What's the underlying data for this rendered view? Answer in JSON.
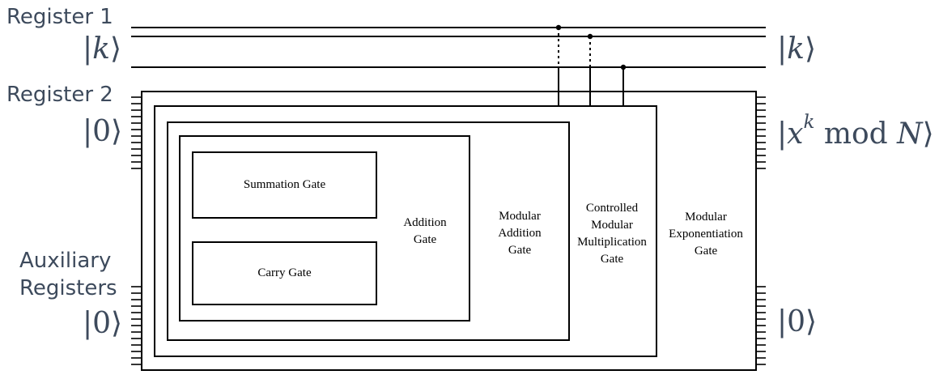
{
  "labels": {
    "register1": "Register 1",
    "register2": "Register 2",
    "aux_line1": "Auxiliary",
    "aux_line2": "Registers"
  },
  "kets": {
    "k_in": "k",
    "k_out": "k",
    "zero_reg2": "0",
    "zero_aux_in": "0",
    "zero_aux_out": "0",
    "out_x": "x",
    "out_exp": "k",
    "out_mod": "mod",
    "out_N": "N"
  },
  "gates": {
    "summation": "Summation Gate",
    "carry": "Carry Gate",
    "addition": [
      "Addition",
      "Gate"
    ],
    "modular_addition": [
      "Modular",
      "Addition",
      "Gate"
    ],
    "controlled_modular_multiplication": [
      "Controlled",
      "Modular",
      "Multiplication",
      "Gate"
    ],
    "modular_exponentiation": [
      "Modular",
      "Exponentiation",
      "Gate"
    ]
  }
}
